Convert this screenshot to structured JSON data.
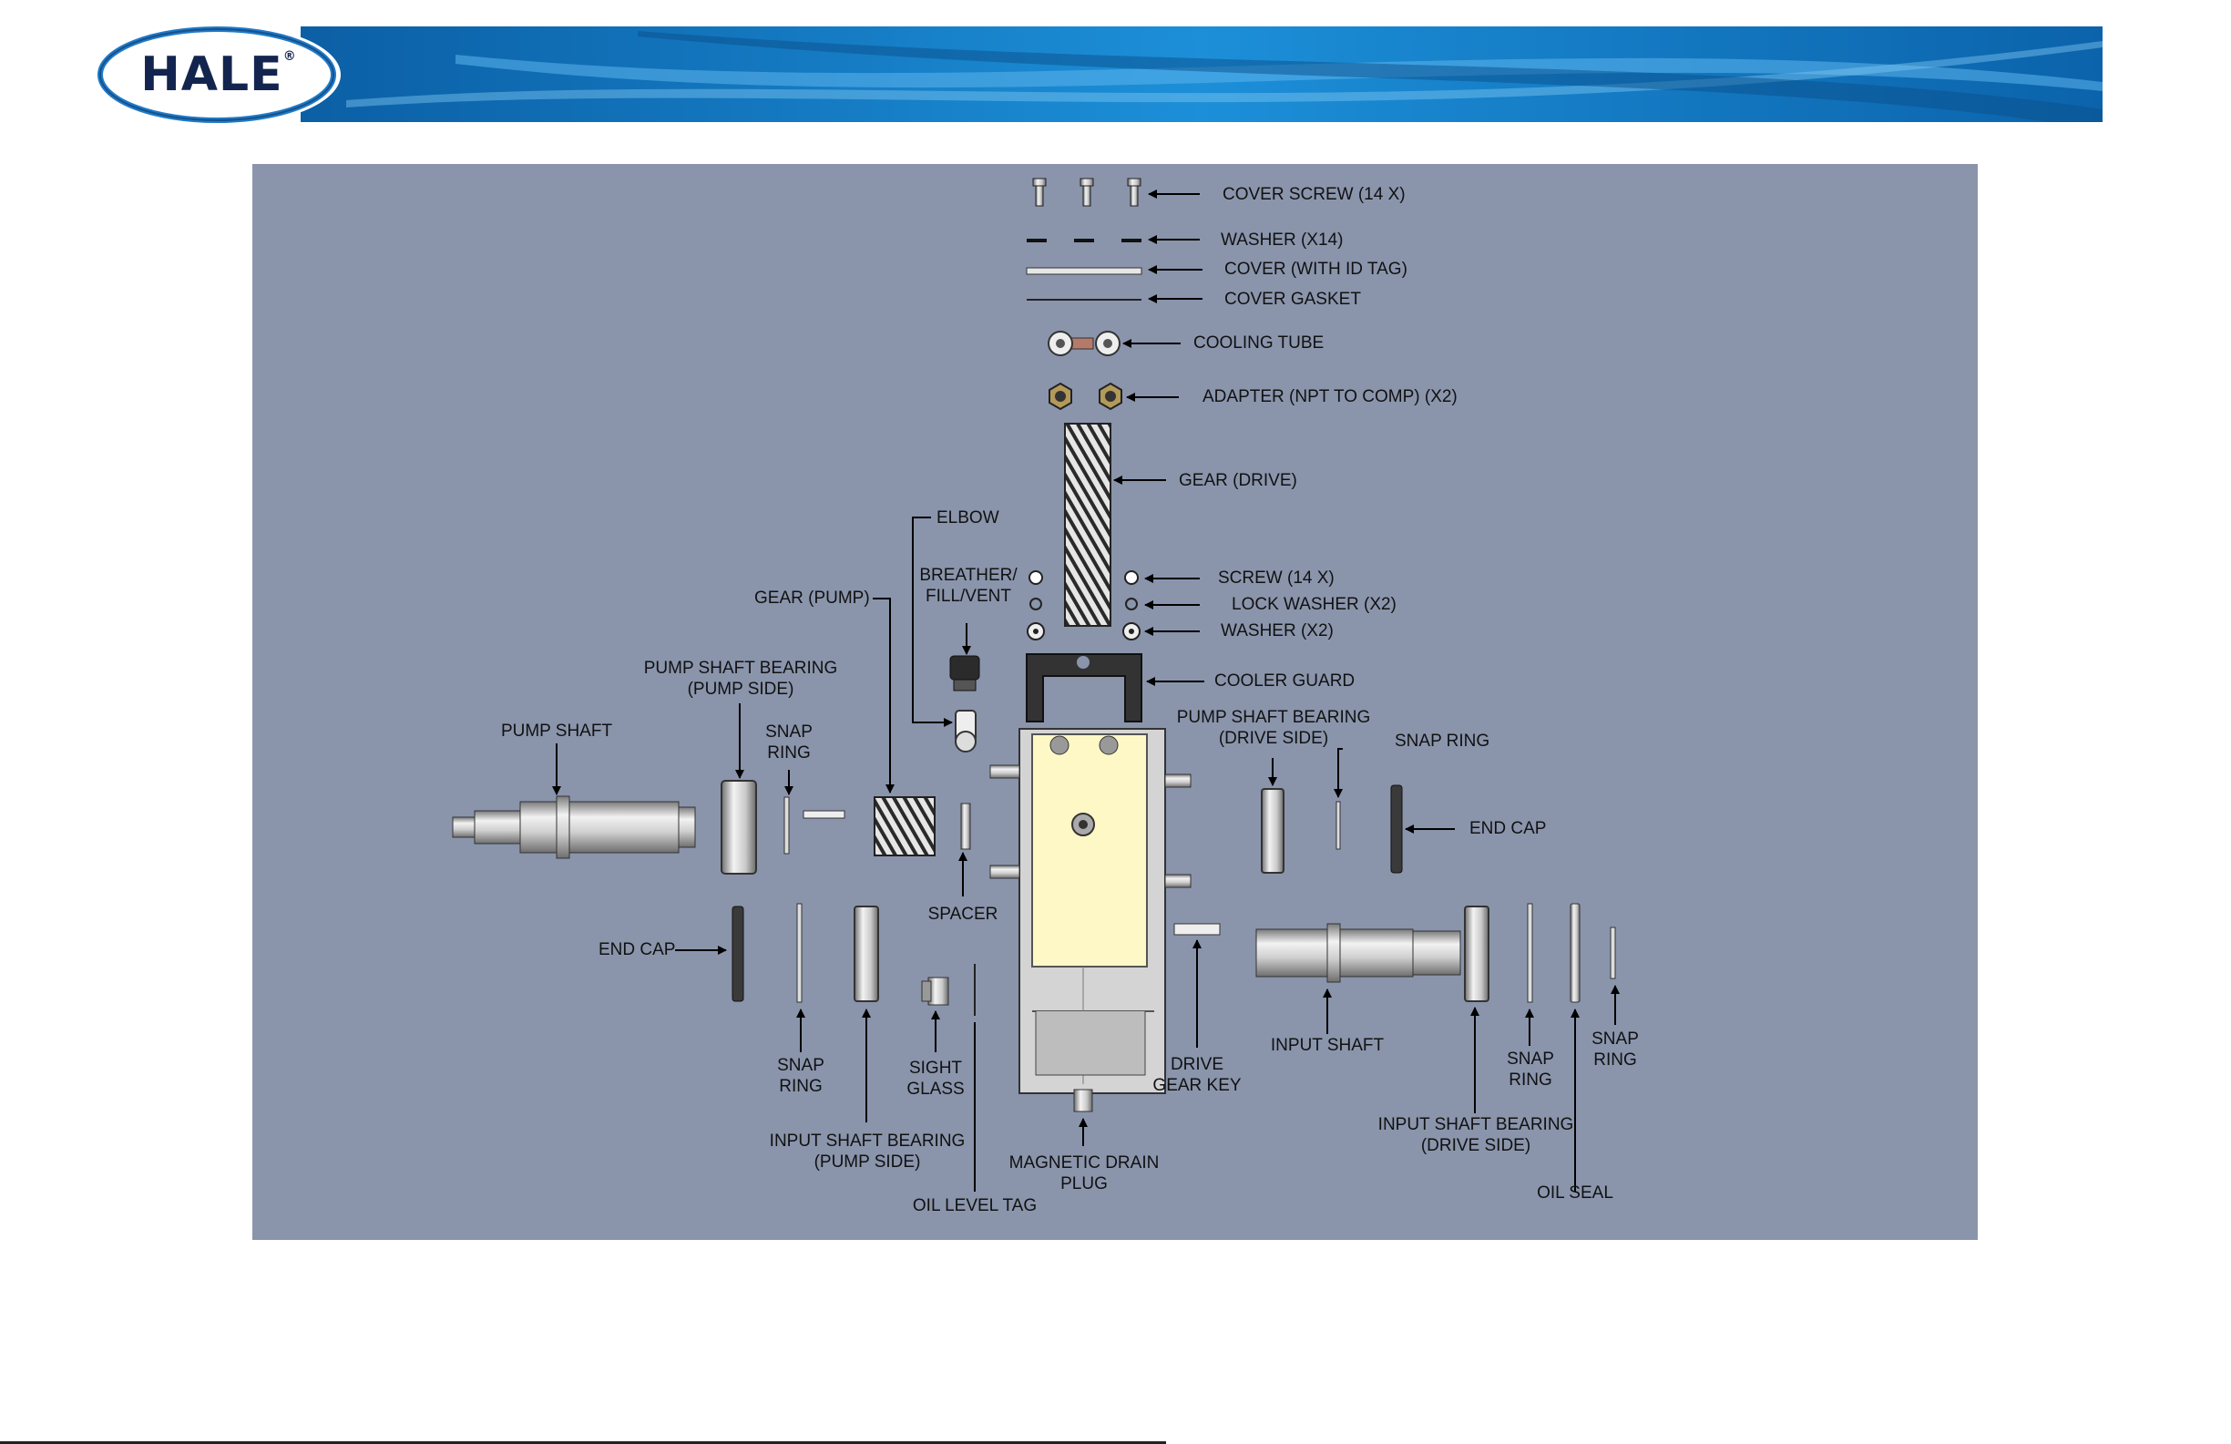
{
  "brand": {
    "logo_text": "HALE",
    "registered_mark": "®",
    "colors": {
      "banner_dark": "#0b5fa5",
      "banner_light": "#1c8fd8",
      "logo_navy": "#13254f"
    }
  },
  "diagram": {
    "background": "#8a95ac",
    "labels": {
      "cover_screw": "COVER SCREW (14 X)",
      "washer_x14": "WASHER (X14)",
      "cover": "COVER (WITH ID TAG)",
      "cover_gasket": "COVER GASKET",
      "cooling_tube": "COOLING TUBE",
      "adapter": "ADAPTER (NPT TO COMP) (X2)",
      "gear_drive": "GEAR (DRIVE)",
      "elbow": "ELBOW",
      "breather_1": "BREATHER/",
      "breather_2": "FILL/VENT",
      "gear_pump": "GEAR (PUMP)",
      "screw": "SCREW (14 X)",
      "lock_washer": "LOCK WASHER (X2)",
      "washer_x2": "WASHER (X2)",
      "cooler_guard": "COOLER GUARD",
      "psb_pump_1": "PUMP SHAFT BEARING",
      "psb_pump_2": "(PUMP SIDE)",
      "psb_drive_1": "PUMP SHAFT BEARING",
      "psb_drive_2": "(DRIVE SIDE)",
      "pump_shaft": "PUMP SHAFT",
      "snap_ring_pump_1": "SNAP",
      "snap_ring_pump_2": "RING",
      "snap_ring_right": "SNAP RING",
      "end_cap_right": "END CAP",
      "spacer": "SPACER",
      "end_cap_left": "END CAP",
      "snap_ring_lower_1": "SNAP",
      "snap_ring_lower_2": "RING",
      "sight_glass_1": "SIGHT",
      "sight_glass_2": "GLASS",
      "drive_gear_key_1": "DRIVE",
      "drive_gear_key_2": "GEAR KEY",
      "input_shaft": "INPUT SHAFT",
      "snap_ring_r1_1": "SNAP",
      "snap_ring_r1_2": "RING",
      "snap_ring_r2_1": "SNAP",
      "snap_ring_r2_2": "RING",
      "isb_pump_1": "INPUT SHAFT BEARING",
      "isb_pump_2": "(PUMP SIDE)",
      "isb_drive_1": "INPUT SHAFT BEARING",
      "isb_drive_2": "(DRIVE SIDE)",
      "magnetic_drain_1": "MAGNETIC DRAIN",
      "magnetic_drain_2": "PLUG",
      "oil_level_tag": "OIL LEVEL TAG",
      "oil_seal": "OIL SEAL"
    }
  }
}
